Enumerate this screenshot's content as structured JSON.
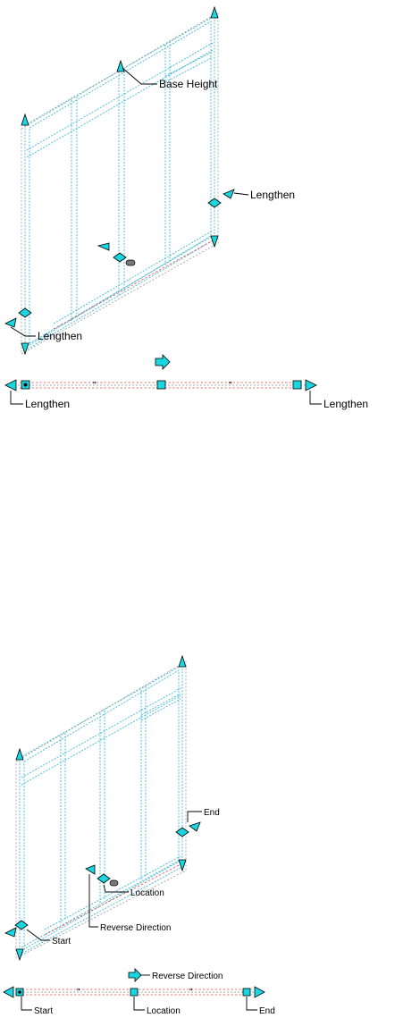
{
  "top_view": {
    "labels": {
      "base_height": "Base Height",
      "lengthen_right": "Lengthen",
      "lengthen_left": "Lengthen",
      "plan_lengthen_left": "Lengthen",
      "plan_lengthen_right": "Lengthen"
    }
  },
  "bottom_view": {
    "labels": {
      "end": "End",
      "location": "Location",
      "reverse_direction": "Reverse Direction",
      "start": "Start",
      "plan_reverse_direction": "Reverse Direction",
      "plan_start": "Start",
      "plan_location": "Location",
      "plan_end": "End"
    }
  },
  "colors": {
    "grip": "#19d6e0",
    "frame_line": "#3fb8d8",
    "baseline": "#e05050",
    "leader": "#000000"
  }
}
